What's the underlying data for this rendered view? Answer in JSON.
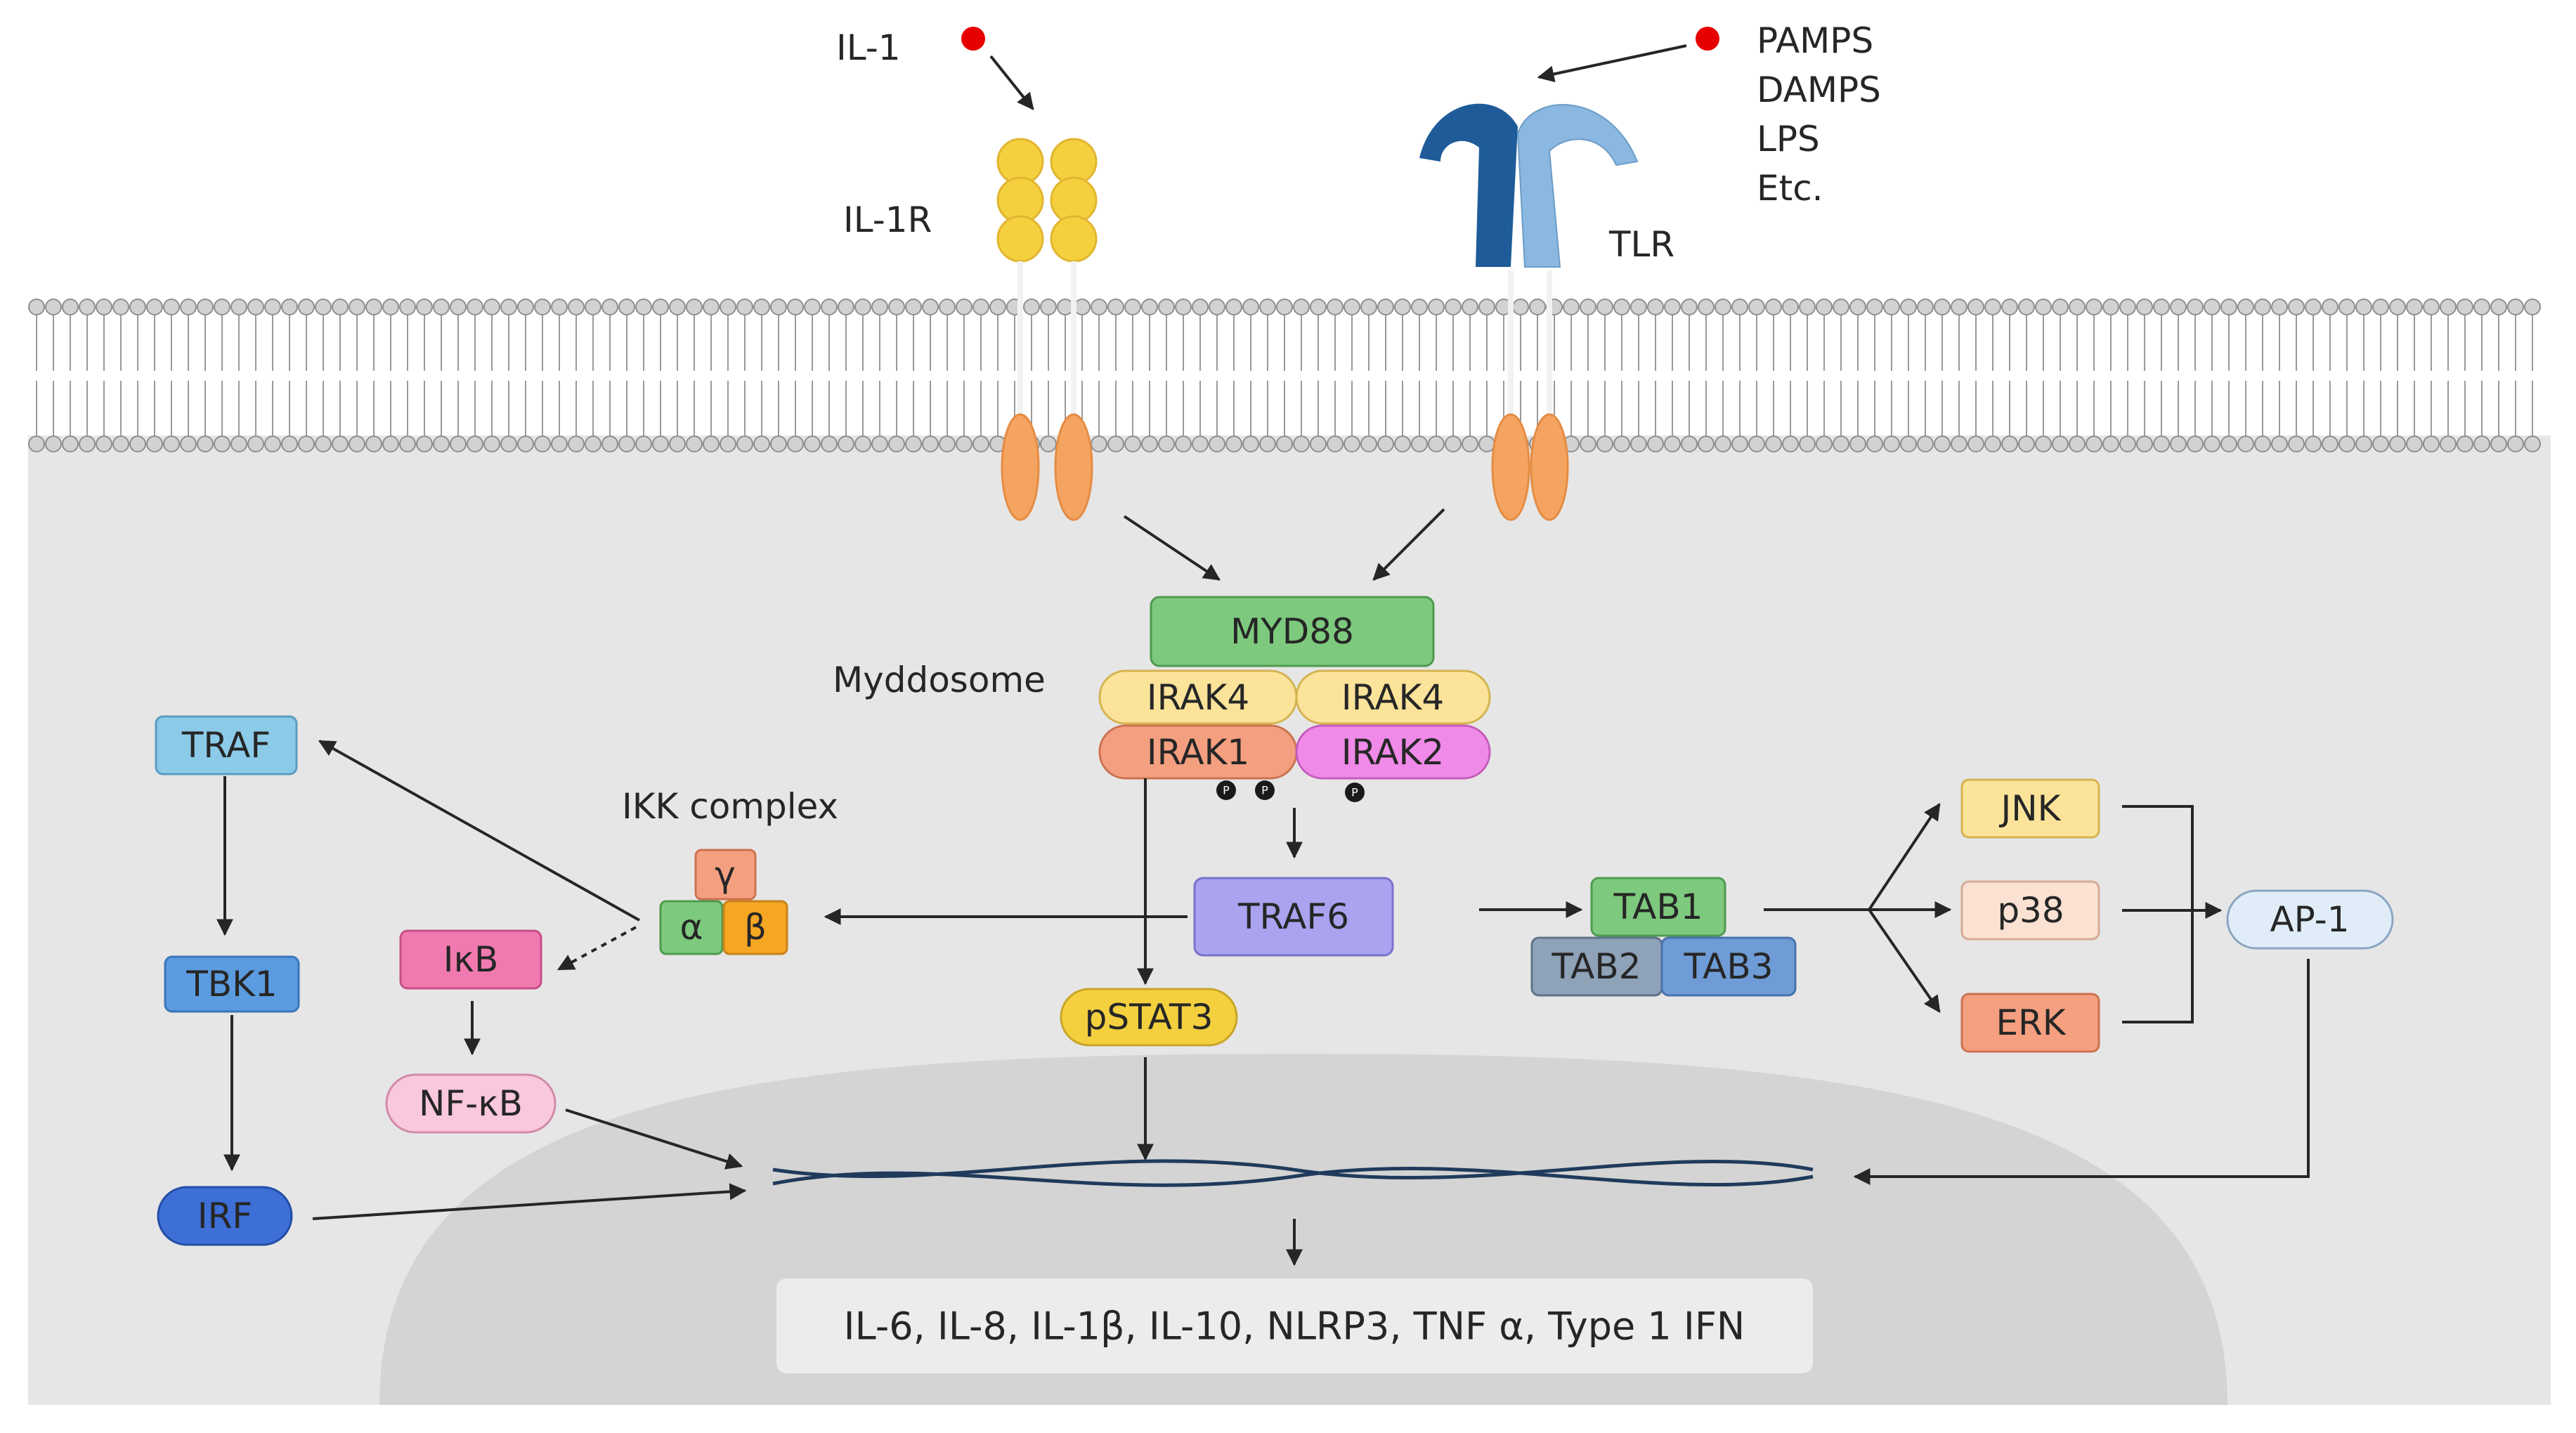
{
  "ligands": {
    "il1": "IL-1",
    "pamps": "PAMPS",
    "damps": "DAMPS",
    "lps": "LPS",
    "etc": "Etc."
  },
  "receptors": {
    "il1r": "IL-1R",
    "tlr": "TLR"
  },
  "complexes": {
    "myddosome": "Myddosome",
    "ikk": "IKK complex"
  },
  "nodes": {
    "myd88": "MYD88",
    "irak4_a": "IRAK4",
    "irak4_b": "IRAK4",
    "irak1": "IRAK1",
    "irak2": "IRAK2",
    "traf6": "TRAF6",
    "traf": "TRAF",
    "tbk1": "TBK1",
    "irf": "IRF",
    "ikb": "IκB",
    "nfkb": "NF-κB",
    "ikk_gamma": "γ",
    "ikk_alpha": "α",
    "ikk_beta": "β",
    "pstat3": "pSTAT3",
    "tab1": "TAB1",
    "tab2": "TAB2",
    "tab3": "TAB3",
    "jnk": "JNK",
    "p38": "p38",
    "erk": "ERK",
    "ap1": "AP-1",
    "phospho": "P"
  },
  "output": "IL-6, IL-8, IL-1β, IL-10, NLRP3, TNF α, Type 1 IFN",
  "colors": {
    "ligand_dot": "#e60000",
    "il1r_yellow": "#f4d03f",
    "tm_orange": "#f4a460",
    "tlr_dark": "#1f5b99",
    "tlr_light": "#8ab8e0",
    "cytoplasm": "#e6e6e6",
    "nucleus": "#d4d4d4",
    "myd88_green": "#7dc97d",
    "irak4_yellow": "#fbe39a",
    "irak1_orange": "#f4a080",
    "irak2_pink": "#f08ae8",
    "traf6_purple": "#a9a3f0",
    "traf_lightblue": "#8ccbe8",
    "tbk1_blue": "#5b9bdf",
    "irf_blue": "#3d6fd6",
    "ikb_pink": "#f07ab0",
    "nfkb_pink": "#f9c8dd",
    "pstat3_yellow": "#f4d03f",
    "tab1_green": "#7dc97d",
    "tab2_gray": "#8ea2b8",
    "tab3_blue": "#6f9cd6",
    "jnk_yellow": "#fbe39a",
    "p38_peach": "#fbe1d2",
    "erk_orange": "#f4a080",
    "ap1_lightblue": "#e0edf8"
  }
}
